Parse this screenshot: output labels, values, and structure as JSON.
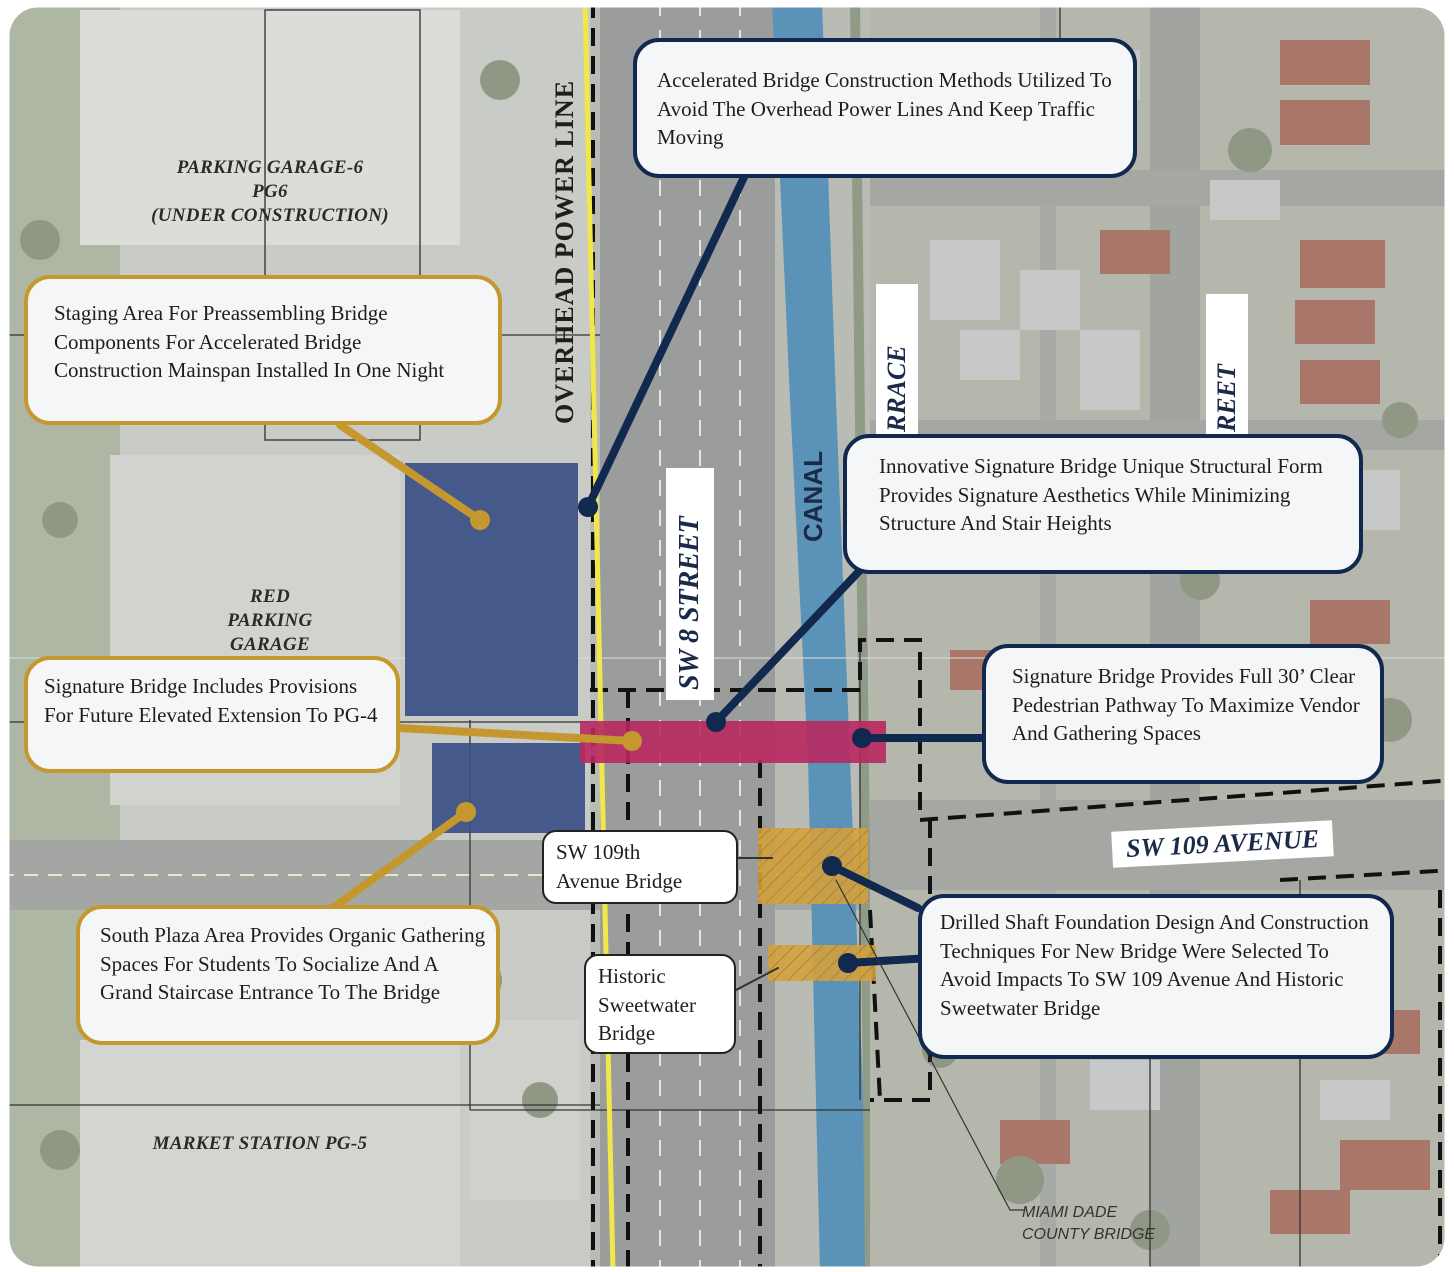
{
  "labels": {
    "pg6": "PARKING GARAGE-6\nPG6\n(UNDER CONSTRUCTION)",
    "red_garage": "RED\nPARKING\nGARAGE",
    "market": "MARKET STATION PG-5",
    "overhead": "OVERHEAD POWER LINE",
    "sw8": "SW 8 STREET",
    "canal": "CANAL",
    "terrace_fragment": "RRACE",
    "street_fragment": "REET",
    "sw109": "SW 109 AVENUE",
    "miami_dade": "MIAMI DADE\nCOUNTY BRIDGE"
  },
  "callouts": {
    "staging": "Staging Area For Preassembling Bridge Components For Accelerated Bridge Construction Mainspan Installed In One Night",
    "abc": "Accelerated Bridge Construction Methods Utilized To Avoid The Overhead Power Lines And Keep Traffic Moving",
    "innovative": "Innovative Signature Bridge Unique Structural Form Provides Signature Aesthetics While Minimizing Structure And Stair Heights",
    "future_ext": "Signature Bridge Includes Provisions For Future Elevated Extension To PG-4",
    "pedestrian": "Signature Bridge Provides Full 30’ Clear Pedestrian Pathway To Maximize Vendor And Gathering Spaces",
    "south_plaza": "South Plaza Area Provides Organic Gathering Spaces For Students To Socialize And A Grand Staircase Entrance To The Bridge",
    "drilled": "Drilled Shaft Foundation Design And Construction Techniques For New Bridge Were Selected To Avoid Impacts To SW 109 Avenue And Historic Sweetwater Bridge",
    "sw109_bridge": "SW 109th\nAvenue Bridge",
    "historic": "Historic\nSweetwater\nBridge"
  },
  "colors": {
    "gold": "#c4982e",
    "navy": "#11294e",
    "staging_fill": "#3b4f86",
    "bridge_magenta": "#b8285f",
    "bridge_gold": "#d3a13d",
    "canal": "#5b93b8",
    "power_line": "#f2e64a"
  }
}
